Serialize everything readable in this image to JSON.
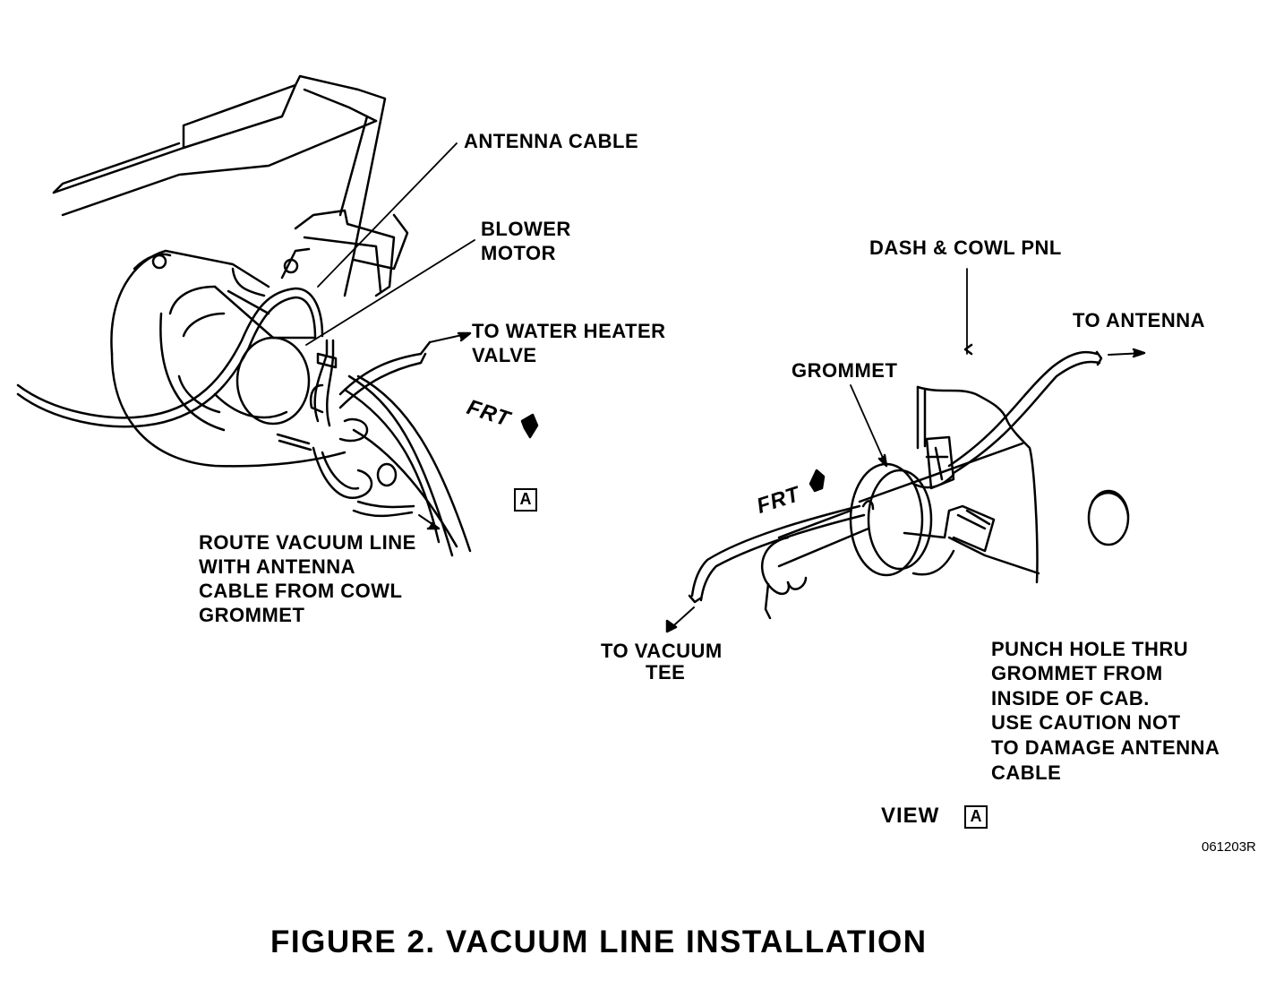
{
  "labels": {
    "antenna_cable": "ANTENNA CABLE",
    "blower_motor": [
      "BLOWER",
      "MOTOR"
    ],
    "water_heater": [
      "TO WATER HEATER",
      "VALVE"
    ],
    "frt_left": "FRT",
    "marker_a": "A",
    "route_vacuum": [
      "ROUTE VACUUM LINE",
      "WITH ANTENNA",
      "CABLE FROM COWL",
      "GROMMET"
    ],
    "dash_cowl": "DASH & COWL PNL",
    "to_antenna": "TO ANTENNA",
    "grommet": "GROMMET",
    "frt_right": "FRT",
    "to_vacuum_tee": [
      "TO VACUUM",
      "TEE"
    ],
    "punch_hole": [
      "PUNCH HOLE THRU",
      "GROMMET FROM",
      "INSIDE OF CAB.",
      "USE CAUTION NOT",
      "TO DAMAGE ANTENNA",
      "CABLE"
    ],
    "view": "VIEW",
    "view_marker": "A",
    "figure_code": "061203R"
  },
  "figure_title": "FIGURE 2. VACUUM LINE INSTALLATION"
}
